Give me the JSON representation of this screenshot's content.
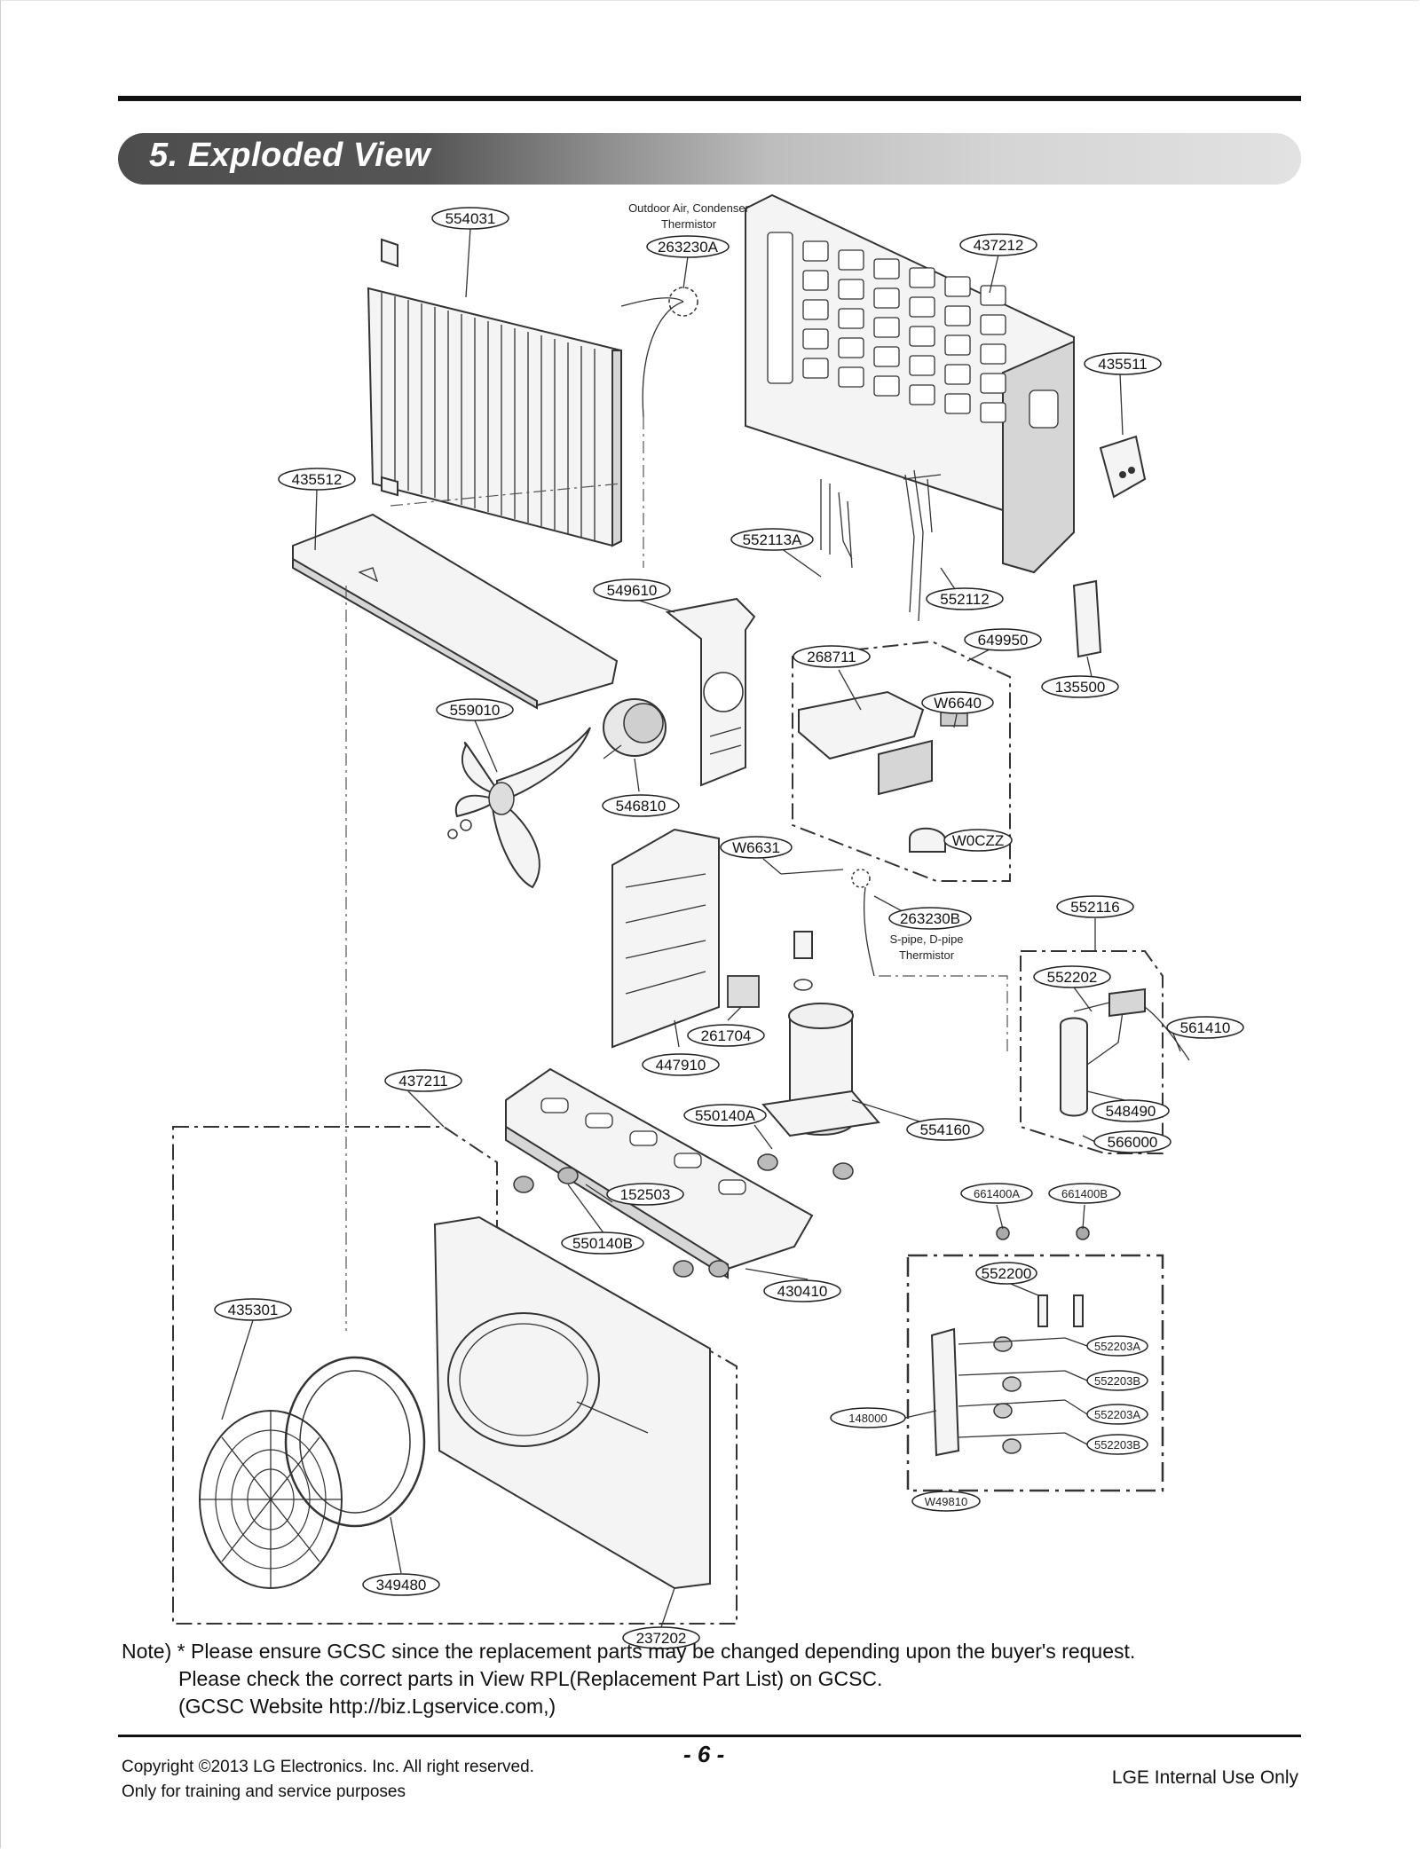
{
  "section": {
    "title": "5. Exploded View"
  },
  "part_labels": {
    "p554031": "554031",
    "p263230A": "263230A",
    "p437212": "437212",
    "p435511": "435511",
    "p435512": "435512",
    "p552113A": "552113A",
    "p549610": "549610",
    "p552112": "552112",
    "p649950": "649950",
    "p268711": "268711",
    "p135500": "135500",
    "p559010": "559010",
    "pW6640": "W6640",
    "p546810": "546810",
    "pW0CZZ": "W0CZZ",
    "pW6631": "W6631",
    "p263230B": "263230B",
    "p552116": "552116",
    "p552202": "552202",
    "p561410": "561410",
    "p261704": "261704",
    "p447910": "447910",
    "p437211": "437211",
    "p550140A": "550140A",
    "p554160": "554160",
    "p548490": "548490",
    "p566000": "566000",
    "p152503": "152503",
    "p661400A": "661400A",
    "p661400B": "661400B",
    "p550140B": "550140B",
    "p430410": "430410",
    "p552200": "552200",
    "p435301": "435301",
    "p552203A_1": "552203A",
    "p552203B_1": "552203B",
    "p148000": "148000",
    "p552203A_2": "552203A",
    "p552203B_2": "552203B",
    "pW49810": "W49810",
    "p349480": "349480",
    "p237202": "237202"
  },
  "annotations": {
    "outdoor_line1": "Outdoor Air, Condenser",
    "outdoor_line2": "Thermistor",
    "spipe_line1": "S-pipe, D-pipe",
    "spipe_line2": "Thermistor"
  },
  "note": {
    "line1": "Note) * Please ensure GCSC since the replacement parts may be changed depending upon the buyer's request.",
    "line2": "Please check  the correct parts in View RPL(Replacement Part List) on GCSC.",
    "line3": "(GCSC Website  http://biz.Lgservice.com,)"
  },
  "footer": {
    "copyright": "Copyright ©2013 LG Electronics. Inc. All right reserved.",
    "training": "Only for training and service purposes",
    "page": "- 6 -",
    "internal": "LGE Internal Use Only"
  }
}
